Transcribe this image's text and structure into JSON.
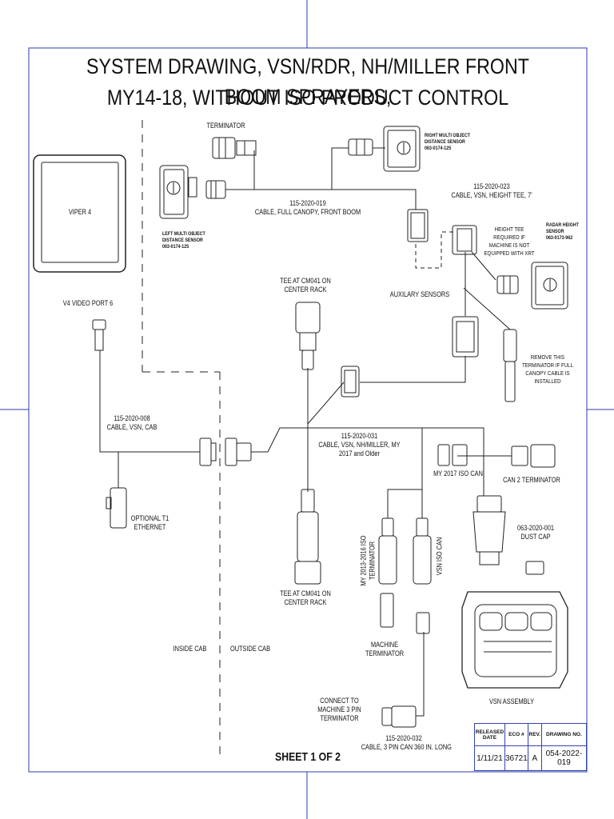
{
  "title": {
    "line1": "SYSTEM DRAWING, VSN/RDR, NH/MILLER FRONT BOOM SPRAYERS,",
    "line2": "MY14-18, WITHOUT ISO PRODUCT CONTROL"
  },
  "labels": {
    "terminator": "TERMINATOR",
    "right_sensor": [
      "RIGHT MULTI OBJECT",
      "DISTANCE SENSOR",
      "063-0174-125"
    ],
    "left_sensor": [
      "LEFT MULTI OBJECT",
      "DISTANCE SENSOR",
      "063-0174-125"
    ],
    "viper": "VIPER 4",
    "canopy_cable": [
      "115-2020-019",
      "CABLE, FULL CANOPY, FRONT BOOM"
    ],
    "height_tee_cable": [
      "115-2020-023",
      "CABLE, VSN, HEIGHT TEE, 7'"
    ],
    "height_tee_note": [
      "HEIGHT TEE",
      "REQUIRED IF",
      "MACHINE IS NOT",
      "EQUIPPED WITH XRT"
    ],
    "radar_sensor": [
      "RADAR HEIGHT",
      "SENSOR",
      "063-0173-962"
    ],
    "v4_port": "V4 VIDEO PORT 6",
    "tee_top": [
      "TEE AT CM041 ON",
      "CENTER RACK"
    ],
    "aux_sensors": "AUXILARY SENSORS",
    "remove_note": [
      "REMOVE THIS",
      "TERMINATOR IF FULL",
      "CANOPY CABLE IS",
      "INSTALLED"
    ],
    "cab_cable": [
      "115-2020-008",
      "CABLE, VSN, CAB"
    ],
    "main_cable": [
      "115-2020-031",
      "CABLE, VSN, NH/MILLER, MY",
      "2017 and Older"
    ],
    "my2017_iso": "MY 2017 ISO CAN",
    "can2_term": "CAN 2 TERMINATOR",
    "t1_ethernet": [
      "OPTIONAL T1",
      "ETHERNET"
    ],
    "dust_cap": [
      "063-2020-001",
      "DUST CAP"
    ],
    "iso_terminator": [
      "MY 2013-2016 ISO",
      "TERMINATOR"
    ],
    "vsn_iso_can": "VSN ISO CAN",
    "tee_bottom": [
      "TEE AT CM041 ON",
      "CENTER RACK"
    ],
    "inside_cab": "INSIDE CAB",
    "outside_cab": "OUTSIDE CAB",
    "machine_terminator": [
      "MACHINE",
      "TERMINATOR"
    ],
    "vsn_assembly": "VSN ASSEMBLY",
    "connect_note": [
      "CONNECT TO",
      "MACHINE 3 PIN",
      "TERMINATOR"
    ],
    "three_pin_cable": [
      "115-2020-032",
      "CABLE, 3 PIN CAN 360 IN. LONG"
    ],
    "sheet": "SHEET 1 OF 2"
  },
  "title_block": {
    "headers": [
      "RELEASED DATE",
      "ECO #",
      "REV.",
      "DRAWING NO."
    ],
    "values": [
      "1/11/21",
      "36721",
      "A",
      "054-2022-019"
    ]
  }
}
